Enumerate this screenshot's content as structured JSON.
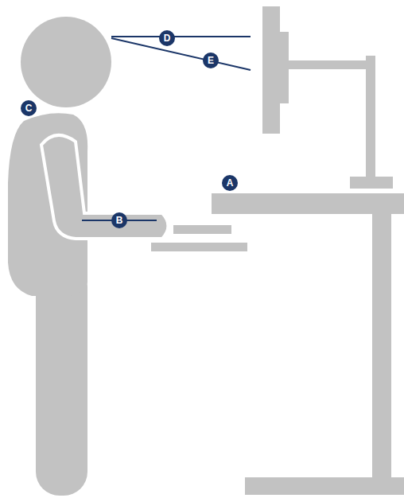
{
  "diagram": {
    "labels": [
      "D",
      "E",
      "C",
      "A",
      "B"
    ]
  }
}
